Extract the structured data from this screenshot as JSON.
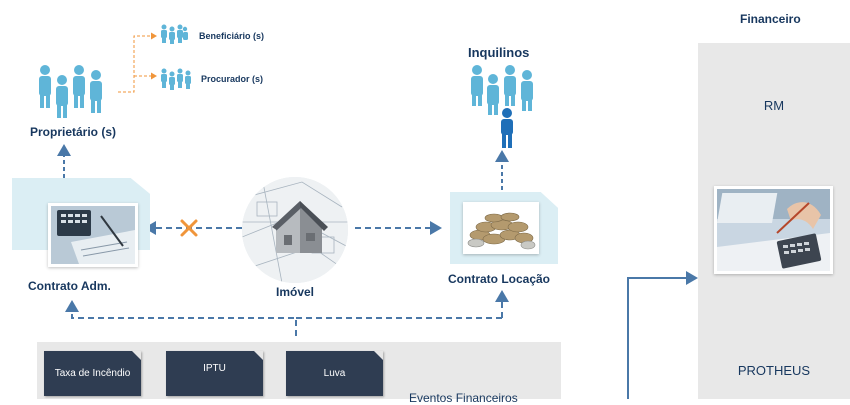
{
  "owners": {
    "label": "Proprietário (s)"
  },
  "beneficiary": {
    "label": "Beneficiário (s)"
  },
  "proxy": {
    "label": "Procurador (s)"
  },
  "tenants": {
    "label": "Inquilinos"
  },
  "contract_adm": {
    "label": "Contrato Adm."
  },
  "property": {
    "label": "Imóvel"
  },
  "contract_rent": {
    "label": "Contrato Locação"
  },
  "finance": {
    "title": "Financeiro",
    "systems": [
      "RM",
      "PROTHEUS"
    ]
  },
  "events": {
    "title": "Eventos Financeiros",
    "items": [
      "Taxa de Incêndio",
      "IPTU",
      "Luva"
    ]
  },
  "colors": {
    "person": "#5fb5d8",
    "person_highlight": "#1f6fb8",
    "text": "#17375e",
    "arrow": "#4a78a8",
    "orange": "#f0953a",
    "panel": "#e8e8e8",
    "card": "#dbeef4",
    "doc": "#2f3d52"
  }
}
